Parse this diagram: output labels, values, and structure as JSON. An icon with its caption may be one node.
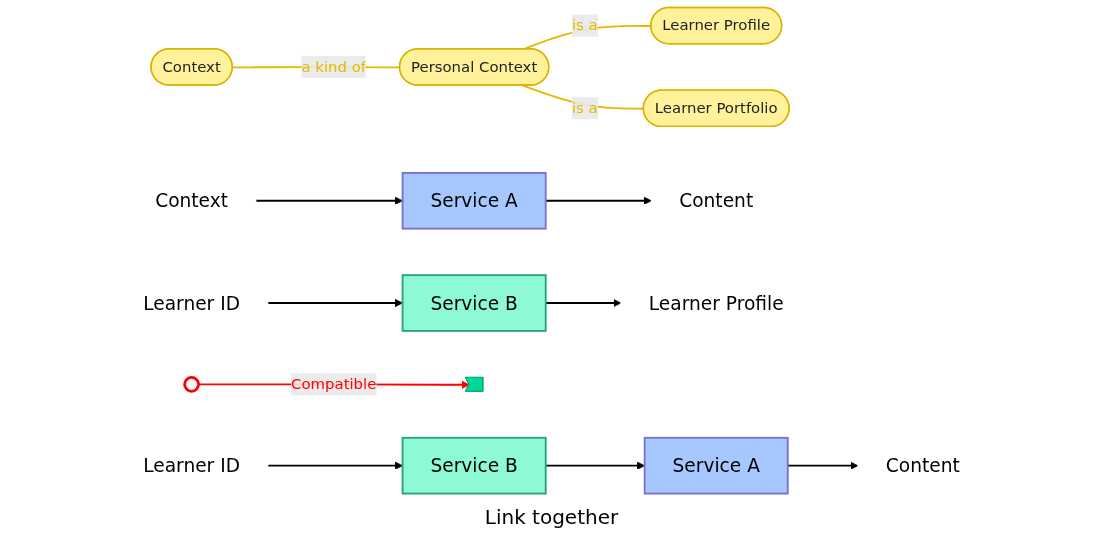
{
  "diagram": {
    "nodes": [
      {
        "text": [
          "Context"
        ]
      },
      {
        "text": [
          "Personal Context"
        ]
      },
      {
        "text": [
          "Learner Profile"
        ]
      },
      {
        "text": [
          "Learner Portfolio"
        ]
      },
      {
        "text": [],
        "shape": "circle"
      },
      {
        "text": [
          "Context"
        ]
      },
      {
        "text": [
          "Service A"
        ]
      },
      {
        "text": [
          "Content"
        ]
      },
      {
        "text": [
          "Learner ID"
        ]
      },
      {
        "text": [
          "Service B"
        ]
      },
      {
        "text": [
          "Learner Profile"
        ]
      },
      {
        "text": [],
        "shape": "arrow"
      },
      {
        "text": [
          "Learner ID"
        ]
      },
      {
        "text": [
          "Service B"
        ]
      },
      {
        "text": [
          "Service A"
        ]
      },
      {
        "text": [
          "Content"
        ]
      }
    ],
    "edges": [
      {
        "from": 0,
        "to": 1,
        "arrow": "none",
        "label": "a kind of",
        "color": "#e6b800"
      },
      {
        "from": 1,
        "to": 2,
        "arrow": "none",
        "label": "is a",
        "color": "#e6b800"
      },
      {
        "from": 1,
        "to": 3,
        "arrow": "none",
        "label": "is a",
        "color": "#e6b800"
      },
      {
        "from": 4,
        "to": 11,
        "arrow": "to",
        "label": "Compatible",
        "color": "#ff0000"
      },
      {
        "from": 5,
        "to": 6,
        "arrow": "to"
      },
      {
        "from": 6,
        "to": 7,
        "arrow": "to"
      },
      {
        "from": 8,
        "to": 9,
        "arrow": "to"
      },
      {
        "from": 9,
        "to": 10,
        "arrow": "to"
      },
      {
        "from": 12,
        "to": 13,
        "arrow": "to"
      },
      {
        "from": 13,
        "to": 14,
        "arrow": "to"
      },
      {
        "from": 14,
        "to": 15,
        "arrow": "to"
      }
    ],
    "labels": [
      "Link together"
    ]
  }
}
